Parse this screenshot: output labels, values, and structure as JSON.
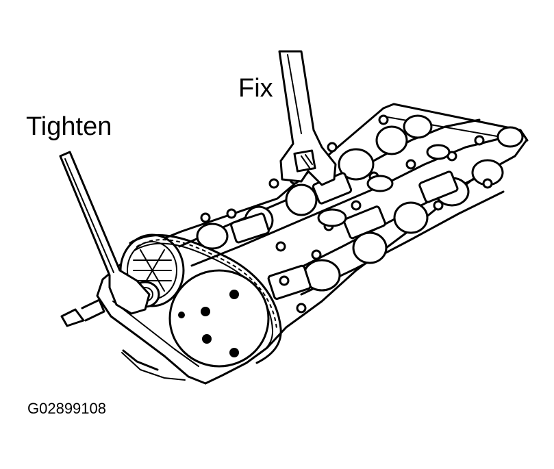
{
  "labels": {
    "fix": "Fix",
    "tighten": "Tighten",
    "figure_code": "G02899108"
  },
  "colors": {
    "ink": "#000000",
    "background": "#ffffff"
  }
}
